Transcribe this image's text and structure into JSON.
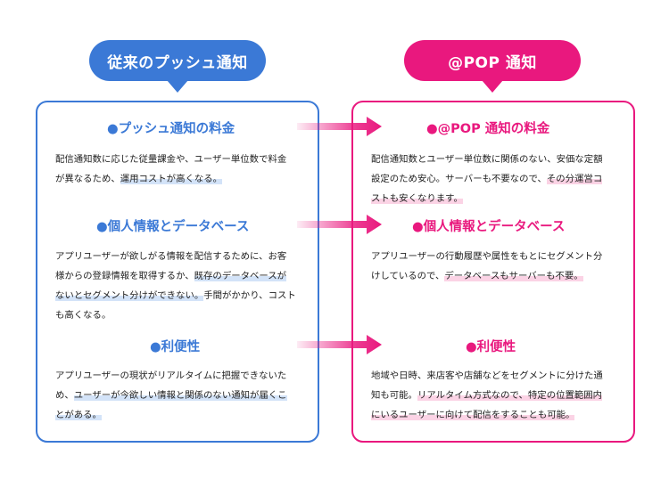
{
  "left": {
    "title": "従来のプッシュ通知",
    "sections": [
      {
        "heading": "●プッシュ通知の料金",
        "lines": [
          [
            {
              "t": "配信通知数に応じた従量課金や、ユーザー単位数で料金",
              "h": false
            }
          ],
          [
            {
              "t": "が異なるため、",
              "h": false
            },
            {
              "t": "運用コストが高くなる。",
              "h": true
            }
          ]
        ]
      },
      {
        "heading": "●個人情報とデータベース",
        "lines": [
          [
            {
              "t": "アプリユーザーが欲しがる情報を配信するために、お客",
              "h": false
            }
          ],
          [
            {
              "t": "様からの登録情報を取得するか、",
              "h": false
            },
            {
              "t": "既存のデータベースが",
              "h": true
            }
          ],
          [
            {
              "t": "ないとセグメント分けができない。",
              "h": true
            },
            {
              "t": "手間がかかり、コスト",
              "h": false
            }
          ],
          [
            {
              "t": "も高くなる。",
              "h": false
            }
          ]
        ]
      },
      {
        "heading": "●利便性",
        "lines": [
          [
            {
              "t": "アプリユーザーの現状がリアルタイムに把握できないた",
              "h": false
            }
          ],
          [
            {
              "t": "め、",
              "h": false
            },
            {
              "t": "ユーザーが今欲しい情報と関係のない通知が届くこ",
              "h": true
            }
          ],
          [
            {
              "t": "とがある。",
              "h": true
            }
          ]
        ]
      }
    ]
  },
  "right": {
    "title": "@POP 通知",
    "sections": [
      {
        "heading": "●@POP 通知の料金",
        "lines": [
          [
            {
              "t": "配信通知数とユーザー単位数に関係のない、安価な定額",
              "h": false
            }
          ],
          [
            {
              "t": "設定のため安心。サーバーも不要なので、",
              "h": false
            },
            {
              "t": "その分運営コ",
              "h": true
            }
          ],
          [
            {
              "t": "ストも安くなります。",
              "h": true
            }
          ]
        ]
      },
      {
        "heading": "●個人情報とデータベース",
        "lines": [
          [
            {
              "t": "アプリユーザーの行動履歴や属性をもとにセグメント分",
              "h": false
            }
          ],
          [
            {
              "t": "けしているので、",
              "h": false
            },
            {
              "t": "データベースもサーバーも不要。",
              "h": true
            }
          ]
        ]
      },
      {
        "heading": "●利便性",
        "lines": [
          [
            {
              "t": "地域や日時、来店客や店舗などをセグメントに分けた通",
              "h": false
            }
          ],
          [
            {
              "t": "知も可能。",
              "h": false
            },
            {
              "t": "リアルタイム方式なので、特定の位置範囲内",
              "h": true
            }
          ],
          [
            {
              "t": "にいるユーザーに向けて配信をすることも可能。",
              "h": true
            }
          ]
        ]
      }
    ]
  },
  "colors": {
    "left_accent": "#3b79d6",
    "right_accent": "#e9187e",
    "left_highlight": "#d3e3f8",
    "right_highlight": "#fbd3e5"
  }
}
